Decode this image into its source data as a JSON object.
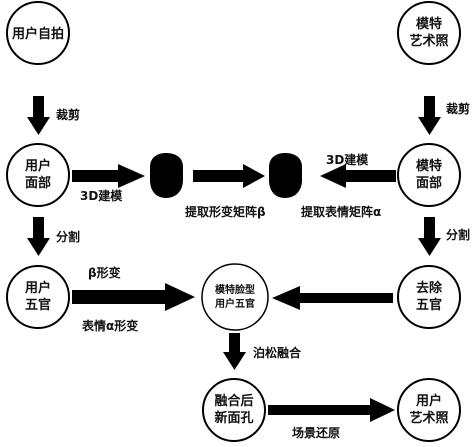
{
  "nodes": {
    "user_selfie": [
      "用户自拍"
    ],
    "model_photo": [
      "模特",
      "艺术照"
    ],
    "user_face": [
      "用户",
      "面部"
    ],
    "model_face": [
      "模特",
      "面部"
    ],
    "user_features": [
      "用户",
      "五官"
    ],
    "model_face_features": [
      "模特脸型",
      "用户五官"
    ],
    "remove_features": [
      "去除",
      "五官"
    ],
    "fused_face": [
      "融合后",
      "新面孔"
    ],
    "user_art_photo": [
      "用户",
      "艺术照"
    ]
  },
  "edges": {
    "crop_left": "裁剪",
    "crop_right": "裁剪",
    "build3d_left": "3D建模",
    "build3d_right": "3D建模",
    "shape_matrix": "提取形变矩阵β",
    "expr_matrix": "提取表情矩阵α",
    "split_left": "分割",
    "split_right": "分割",
    "beta_deform": "β形变",
    "alpha_deform": "表情α形变",
    "poisson": "泊松融合",
    "scene_restore": "场景还原"
  }
}
